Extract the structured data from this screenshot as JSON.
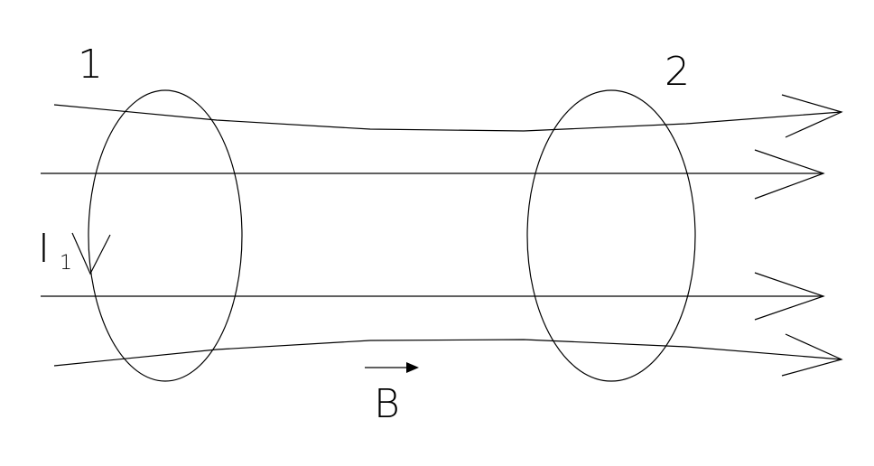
{
  "labels": {
    "loop_1": "1",
    "loop_2": "2",
    "current_symbol": "I",
    "current_subscript": "1",
    "field_symbol": "B"
  },
  "colors": {
    "ink": "#000000",
    "background": "#ffffff"
  },
  "icons": {
    "current_direction": "chevron-down-icon",
    "field_vector": "vector-arrow-icon",
    "field_line_arrow": "open-arrowhead-icon"
  }
}
